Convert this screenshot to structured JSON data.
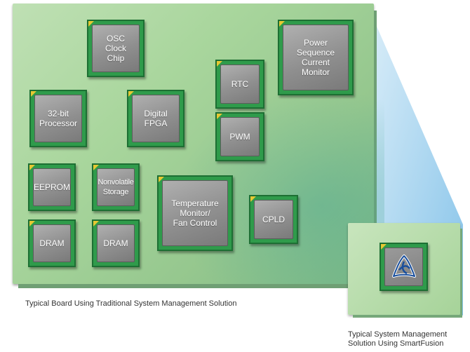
{
  "board_caption": "Typical Board Using Traditional System Management Solution",
  "smartfusion_caption_line1": "Typical System Management",
  "smartfusion_caption_line2": "Solution Using SmartFusion",
  "chips": {
    "osc": "OSC\nClock\nChip",
    "power": "Power\nSequence\nCurrent\nMonitor",
    "rtc": "RTC",
    "processor": "32-bit\nProcessor",
    "fpga": "Digital\nFPGA",
    "pwm": "PWM",
    "eeprom": "EEPROM",
    "nonvolatile": "Nonvolatile\nStorage",
    "temperature": "Temperature\nMonitor/\nFan Control",
    "cpld": "CPLD",
    "dram1": "DRAM",
    "dram2": "DRAM"
  },
  "colors": {
    "board_green": "#a9d69d",
    "chip_green": "#2f9b4b",
    "chip_gray": "#8f8f8f",
    "pin_marker": "#e6c833",
    "beam_blue": "#7fc0e8"
  },
  "icons": {
    "smartfusion_logo": "smartfusion-logo-icon"
  }
}
